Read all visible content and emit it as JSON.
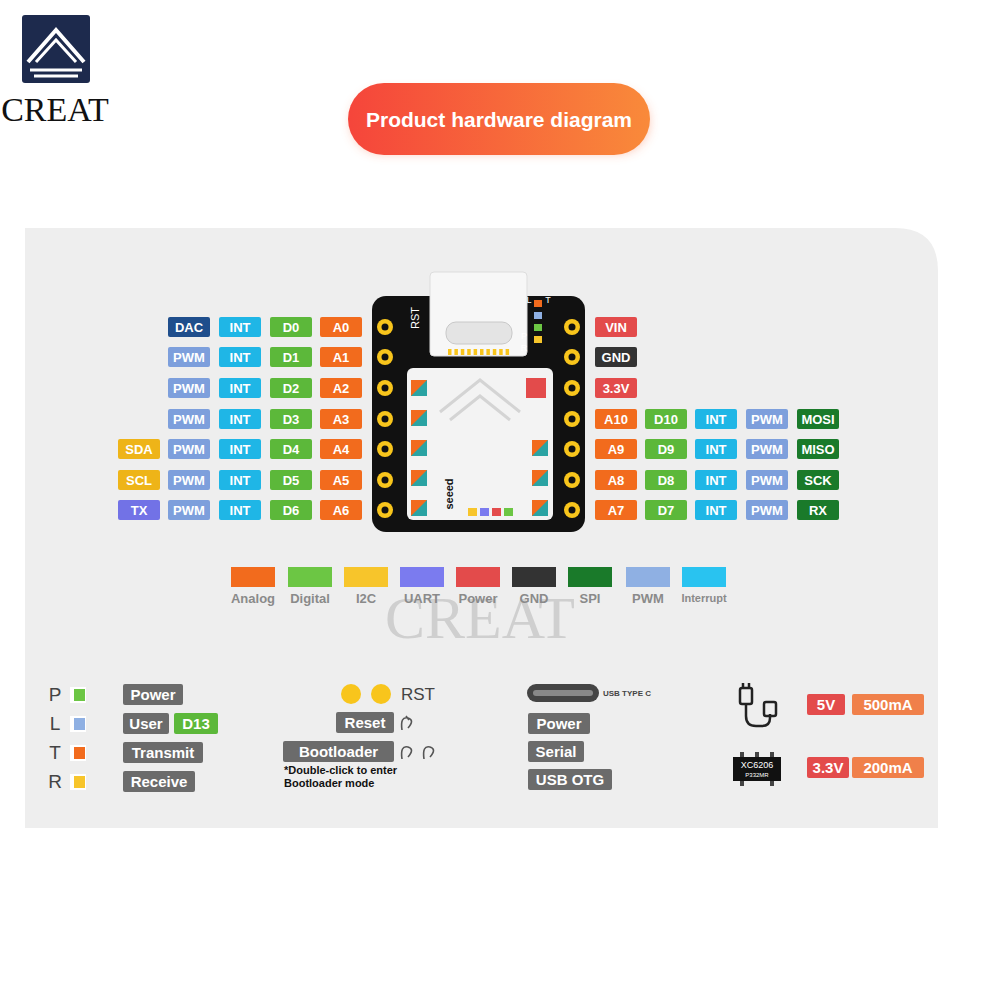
{
  "diagram": {
    "title": "Product hardware diagram",
    "nodes": [
      {
        "text": [
          "DAC"
        ]
      },
      {
        "text": [
          "INT"
        ]
      },
      {
        "text": [
          "D0"
        ]
      },
      {
        "text": [
          "A0"
        ]
      },
      {
        "text": [
          "VIN"
        ]
      },
      {
        "text": [
          "PWM"
        ]
      },
      {
        "text": [
          "INT"
        ]
      },
      {
        "text": [
          "D1"
        ]
      },
      {
        "text": [
          "A1"
        ]
      },
      {
        "text": [
          "GND"
        ]
      },
      {
        "text": [
          "PWM"
        ]
      },
      {
        "text": [
          "INT"
        ]
      },
      {
        "text": [
          "D2"
        ]
      },
      {
        "text": [
          "A2"
        ]
      },
      {
        "text": [
          "3.3V"
        ]
      },
      {
        "text": [
          "PWM"
        ]
      },
      {
        "text": [
          "INT"
        ]
      },
      {
        "text": [
          "D3"
        ]
      },
      {
        "text": [
          "A3"
        ]
      },
      {
        "text": [
          "A10"
        ]
      },
      {
        "text": [
          "D10"
        ]
      },
      {
        "text": [
          "INT"
        ]
      },
      {
        "text": [
          "PWM"
        ]
      },
      {
        "text": [
          "MOSI"
        ]
      },
      {
        "text": [
          "SDA"
        ]
      },
      {
        "text": [
          "PWM"
        ]
      },
      {
        "text": [
          "INT"
        ]
      },
      {
        "text": [
          "D4"
        ]
      },
      {
        "text": [
          "A4"
        ]
      },
      {
        "text": [
          "A9"
        ]
      },
      {
        "text": [
          "D9"
        ]
      },
      {
        "text": [
          "INT"
        ]
      },
      {
        "text": [
          "PWM"
        ]
      },
      {
        "text": [
          "MISO"
        ]
      },
      {
        "text": [
          "SCL"
        ]
      },
      {
        "text": [
          "PWM"
        ]
      },
      {
        "text": [
          "INT"
        ]
      },
      {
        "text": [
          "D5"
        ]
      },
      {
        "text": [
          "A5"
        ]
      },
      {
        "text": [
          "A8"
        ]
      },
      {
        "text": [
          "D8"
        ]
      },
      {
        "text": [
          "INT"
        ]
      },
      {
        "text": [
          "PWM"
        ]
      },
      {
        "text": [
          "SCK"
        ]
      },
      {
        "text": [
          "TX"
        ]
      },
      {
        "text": [
          "PWM"
        ]
      },
      {
        "text": [
          "INT"
        ]
      },
      {
        "text": [
          "D6"
        ]
      },
      {
        "text": [
          "A6"
        ]
      },
      {
        "text": [
          "A7"
        ]
      },
      {
        "text": [
          "D7"
        ]
      },
      {
        "text": [
          "INT"
        ]
      },
      {
        "text": [
          "PWM"
        ]
      },
      {
        "text": [
          "RX"
        ]
      },
      {
        "text": [
          "Power"
        ]
      },
      {
        "text": [
          "5V"
        ]
      },
      {
        "text": [
          "500mA"
        ]
      },
      {
        "text": [
          "User"
        ]
      },
      {
        "text": [
          "D13"
        ]
      },
      {
        "text": [
          "Reset"
        ]
      },
      {
        "text": [
          "Power"
        ]
      },
      {
        "text": [
          "Transmit"
        ]
      },
      {
        "text": [
          "Bootloader"
        ]
      },
      {
        "text": [
          "Serial"
        ]
      },
      {
        "text": [
          "3.3V"
        ]
      },
      {
        "text": [
          "200mA"
        ]
      },
      {
        "text": [
          "Receive"
        ]
      },
      {
        "text": [
          "USB OTG"
        ]
      }
    ],
    "labels": [
      "CREAT",
      "RST",
      "L",
      "T",
      "P",
      "R",
      "seeed",
      "CREAT",
      "P",
      "L",
      "T",
      "R",
      "RST",
      "*Double-click to enter Bootloader mode",
      "USB TYPE C",
      "XC6206",
      "P332MR"
    ],
    "legend": [
      {
        "text": "Analog",
        "color": "#f26b1d"
      },
      {
        "text": "Digital",
        "color": "#6cc644"
      },
      {
        "text": "I2C",
        "color": "#f7c52b"
      },
      {
        "text": "UART",
        "color": "#7b7bef"
      },
      {
        "text": "Power",
        "color": "#e34b4b"
      },
      {
        "text": "GND",
        "color": "#333333"
      },
      {
        "text": "SPI",
        "color": "#1a7a2a"
      },
      {
        "text": "PWM",
        "color": "#8fb0e3"
      },
      {
        "text": "Interrupt",
        "color": "#29c3f0"
      }
    ]
  }
}
